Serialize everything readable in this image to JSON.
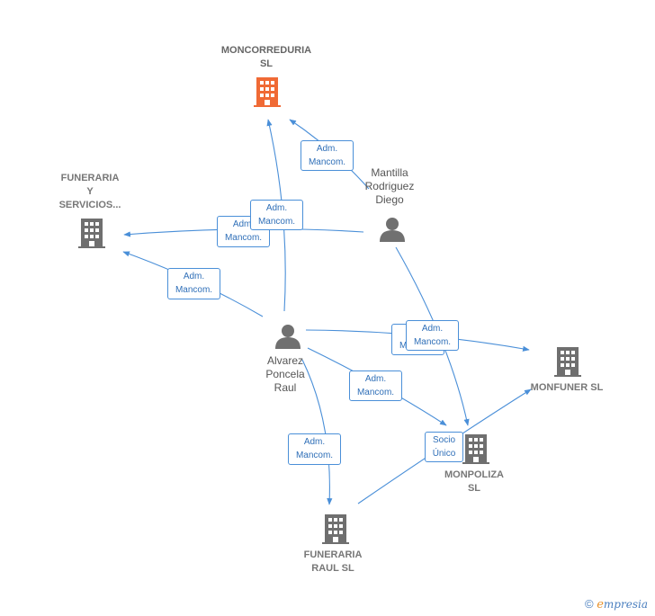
{
  "colors": {
    "edge": "#4a8fd8",
    "company_main": "#f06a35",
    "company": "#777777",
    "person": "#707070"
  },
  "nodes": {
    "moncorreduria": {
      "line1": "MONCORREDURIA",
      "line2": "SL"
    },
    "funeraria_servicios": {
      "line1": "FUNERARIA",
      "line2": "Y",
      "line3": "SERVICIOS..."
    },
    "monfuner": {
      "line1": "MONFUNER SL"
    },
    "monpoliza": {
      "line1": "MONPOLIZA",
      "line2": "SL"
    },
    "funeraria_raul": {
      "line1": "FUNERARIA",
      "line2": "RAUL SL"
    },
    "mantilla": {
      "line1": "Mantilla",
      "line2": "Rodriguez",
      "line3": "Diego"
    },
    "alvarez": {
      "line1": "Alvarez",
      "line2": "Poncela",
      "line3": "Raul"
    }
  },
  "edge_labels": {
    "mantilla_moncorreduria": {
      "line1": "Adm.",
      "line2": "Mancom."
    },
    "mantilla_funeraria": {
      "line1": "Adm.",
      "line2": "Mancom."
    },
    "alvarez_moncorreduria": {
      "line1": "Adm.",
      "line2": "Mancom."
    },
    "alvarez_funeraria": {
      "line1": "Adm.",
      "line2": "Mancom."
    },
    "alvarez_monfuner": {
      "line1": "Adm.",
      "line2": "Mancom."
    },
    "mantilla_monfuner": {
      "line1": "Adm.",
      "line2": "Mancom."
    },
    "alvarez_monpoliza": {
      "line1": "Adm.",
      "line2": "Mancom."
    },
    "alvarez_funeraria_raul": {
      "line1": "Adm.",
      "line2": "Mancom."
    },
    "socio_unico": {
      "line1": "Socio",
      "line2": "Único"
    }
  },
  "footer": {
    "copyright": "©",
    "brand_e": "e",
    "brand_rest": "mpresia"
  }
}
